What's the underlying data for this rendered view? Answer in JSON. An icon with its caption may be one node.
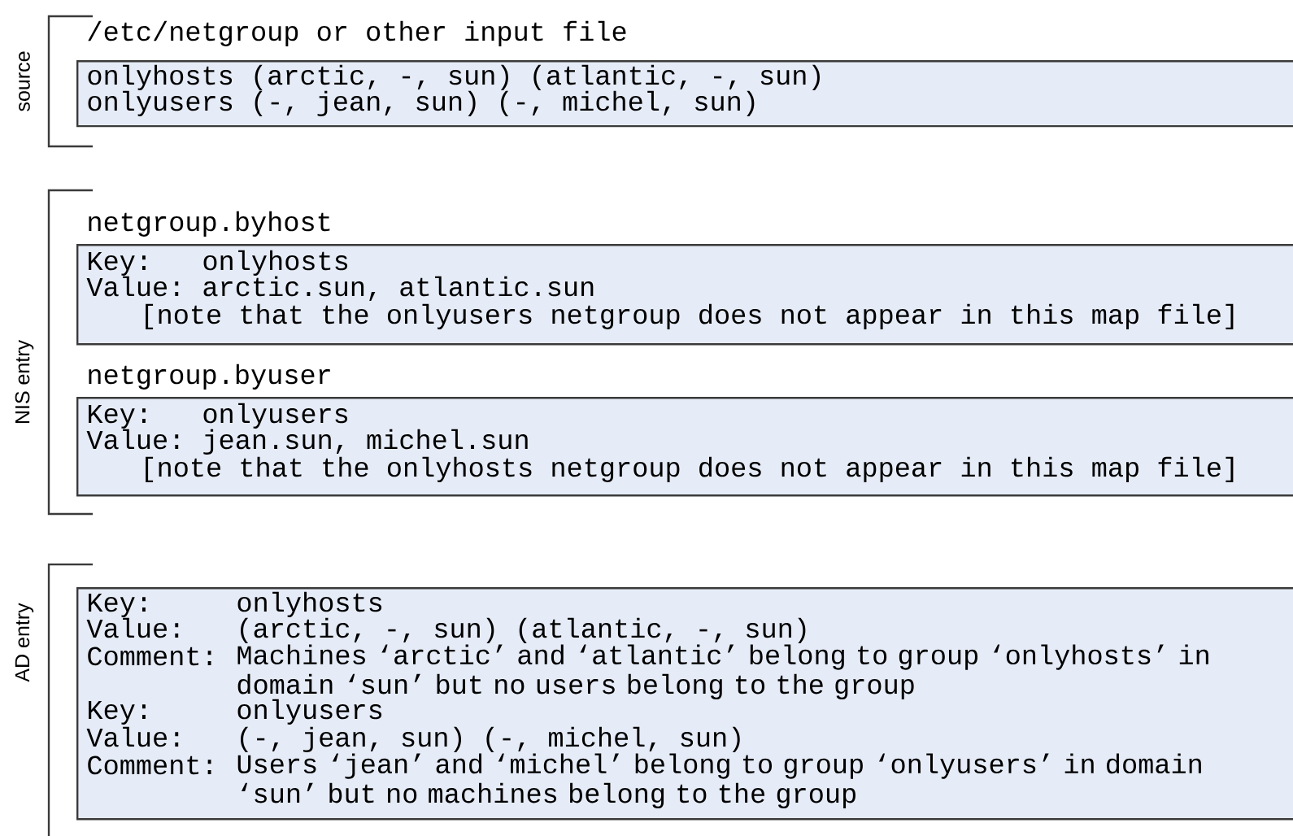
{
  "diagram": {
    "nodes": [
      {
        "text": [
          "/etc/netgroup or other input file",
          "onlyhosts (arctic, -, sun) (atlantic, -, sun)",
          "onlyusers (-, jean, sun) (-, michel, sun)"
        ]
      },
      {
        "text": [
          "netgroup.byhost",
          "Key:",
          "onlyhosts",
          "Value:",
          "arctic.sun, atlantic.sun",
          "[note that the onlyusers netgroup does not appear in this map file]"
        ]
      },
      {
        "text": [
          "netgroup.byuser",
          "Key:",
          "onlyusers",
          "Value:",
          "jean.sun, michel.sun",
          "[note that the onlyhosts netgroup does not appear in this map file]"
        ]
      },
      {
        "text": [
          "Key:",
          "onlyhosts",
          "Value:",
          "(arctic, -, sun) (atlantic, -, sun)",
          "Comment:",
          "Machines ‘arctic’ and ‘atlantic’ belong to group ‘onlyhosts’ in domain ‘sun’ but no users belong to the group",
          "Key:",
          "onlyusers",
          "Value:",
          "(-, jean, sun) (-, michel, sun)",
          "Comment:",
          "Users ‘jean’ and ‘michel’ belong to group ‘onlyusers’ in domain ‘sun’ but no machines belong to the group"
        ]
      }
    ],
    "labels": [
      "source",
      "NIS entry",
      "AD entry"
    ]
  }
}
